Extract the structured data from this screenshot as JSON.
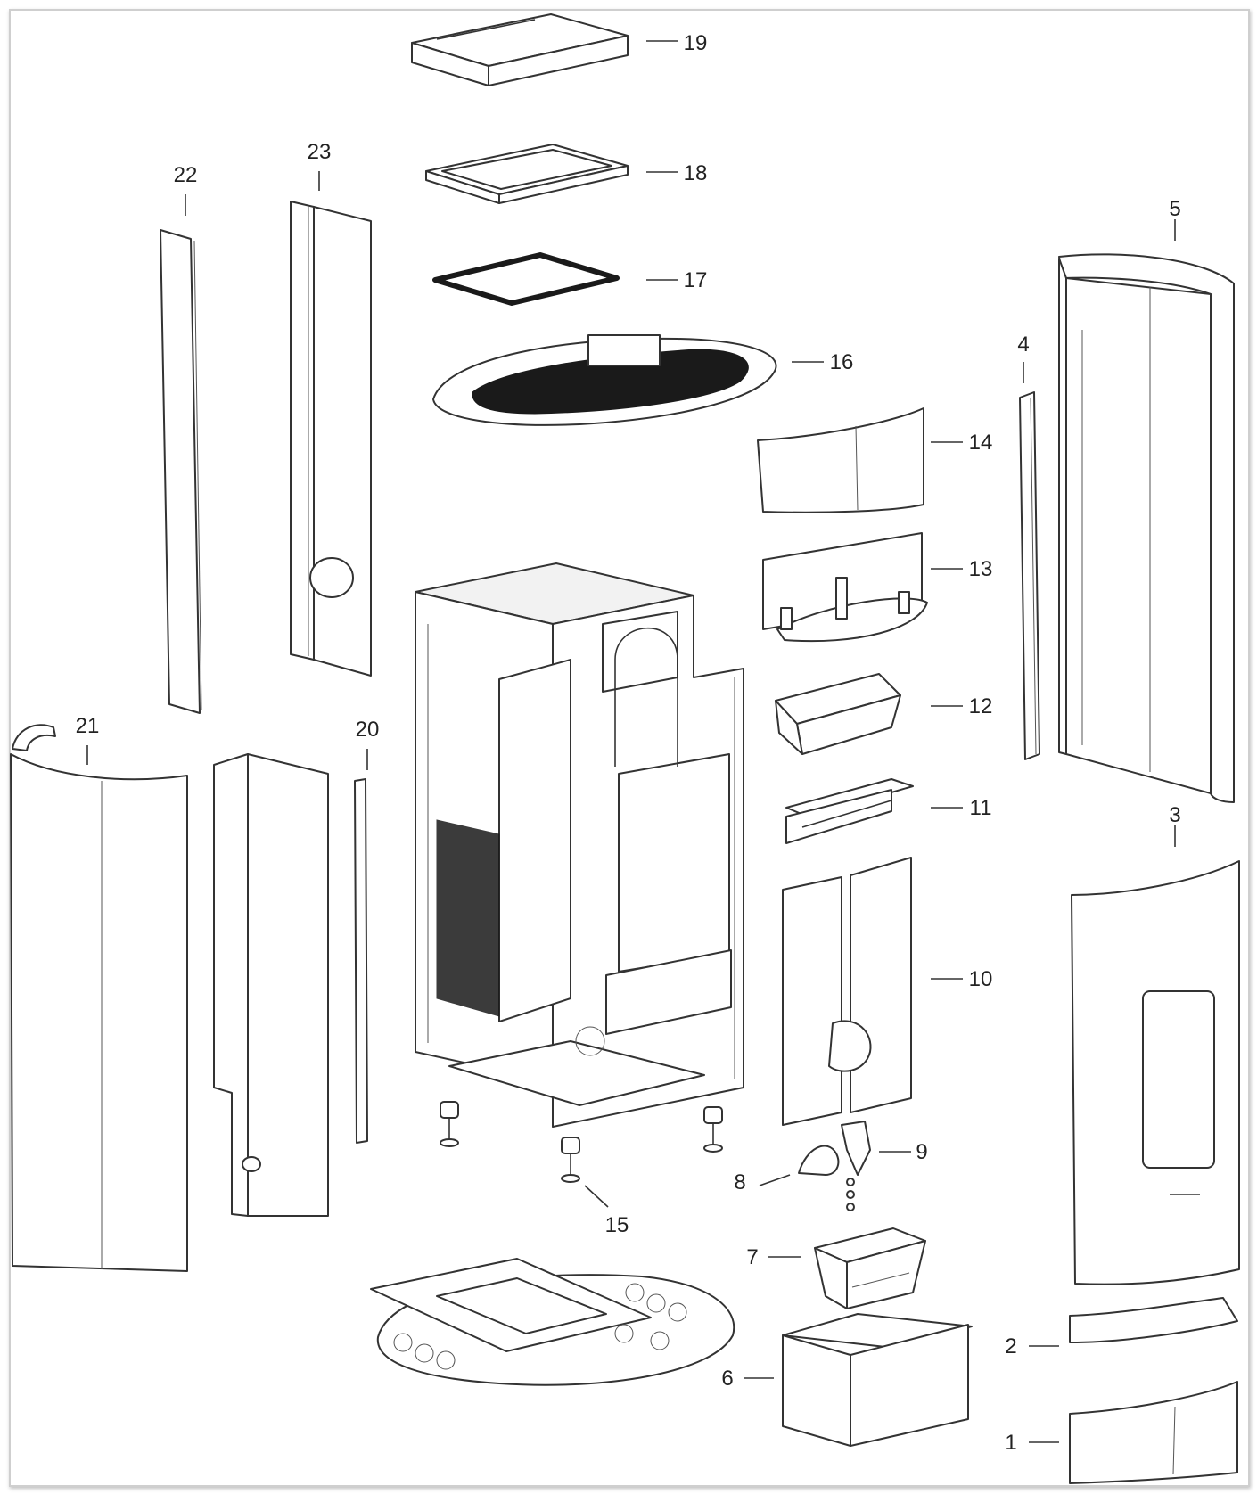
{
  "diagram": {
    "parts": [
      {
        "num": "1"
      },
      {
        "num": "2"
      },
      {
        "num": "3"
      },
      {
        "num": "4"
      },
      {
        "num": "5"
      },
      {
        "num": "6"
      },
      {
        "num": "7"
      },
      {
        "num": "8"
      },
      {
        "num": "9"
      },
      {
        "num": "10"
      },
      {
        "num": "11"
      },
      {
        "num": "12"
      },
      {
        "num": "13"
      },
      {
        "num": "14"
      },
      {
        "num": "15"
      },
      {
        "num": "16"
      },
      {
        "num": "17"
      },
      {
        "num": "18"
      },
      {
        "num": "19"
      },
      {
        "num": "20"
      },
      {
        "num": "21"
      },
      {
        "num": "22"
      },
      {
        "num": "23"
      }
    ]
  }
}
